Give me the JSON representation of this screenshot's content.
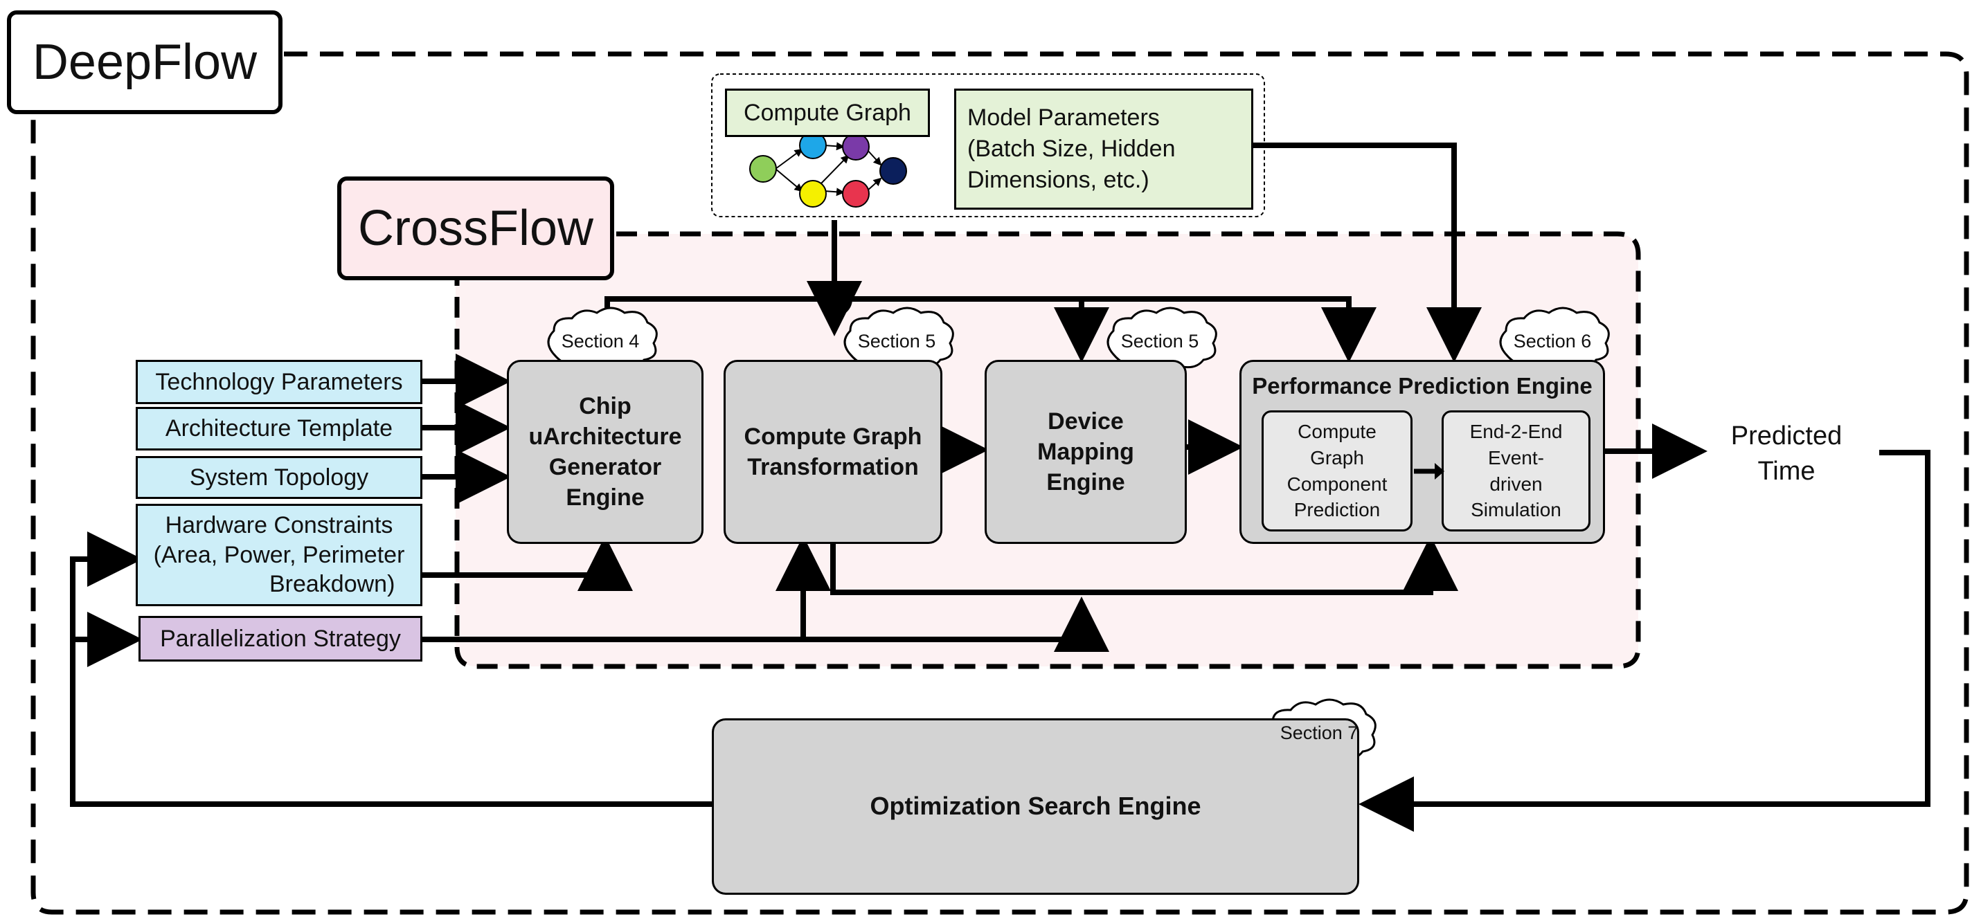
{
  "deepflow": {
    "title": "DeepFlow"
  },
  "crossflow": {
    "title": "CrossFlow"
  },
  "model_inputs": {
    "compute_graph_label": "Compute Graph",
    "model_params_line1": "Model Parameters",
    "model_params_line2": "(Batch Size, Hidden",
    "model_params_line3": "Dimensions, etc.)"
  },
  "inputs": {
    "technology": "Technology Parameters",
    "architecture": "Architecture Template",
    "topology": "System Topology",
    "constraints_line1": "Hardware Constraints",
    "constraints_line2": "(Area, Power, Perimeter",
    "constraints_line3": "Breakdown)",
    "parallelization": "Parallelization Strategy"
  },
  "engines": {
    "chip_line1": "Chip",
    "chip_line2": "uArchitecture",
    "chip_line3": "Generator",
    "chip_line4": "Engine",
    "cgt_line1": "Compute Graph",
    "cgt_line2": "Transformation",
    "dme_line1": "Device",
    "dme_line2": "Mapping",
    "dme_line3": "Engine",
    "ppe_title": "Performance Prediction Engine",
    "cgcp_line1": "Compute",
    "cgcp_line2": "Graph",
    "cgcp_line3": "Component",
    "cgcp_line4": "Prediction",
    "e2e_line1": "End-2-End",
    "e2e_line2": "Event-",
    "e2e_line3": "driven",
    "e2e_line4": "Simulation",
    "ose": "Optimization Search Engine"
  },
  "sections": {
    "s4": "Section 4",
    "s5a": "Section 5",
    "s5b": "Section 5",
    "s6": "Section 6",
    "s7": "Section 7"
  },
  "output": {
    "line1": "Predicted",
    "line2": "Time"
  },
  "colors": {
    "graph_nodes": [
      "#8fce5a",
      "#1ea7e8",
      "#7a3aa8",
      "#0b1f5c",
      "#f5f000",
      "#e8344e"
    ]
  }
}
